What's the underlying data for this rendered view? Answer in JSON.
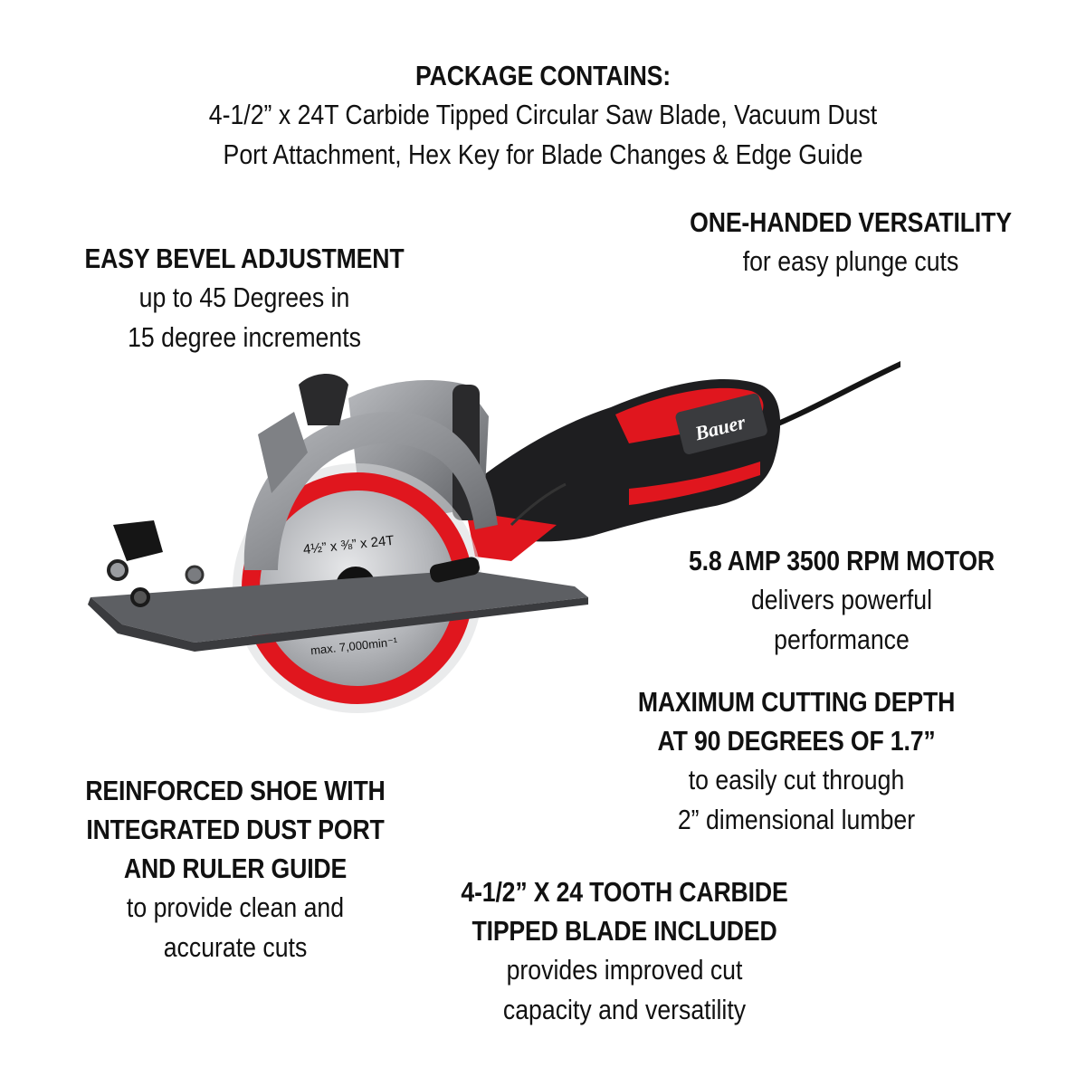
{
  "package": {
    "heading": "PACKAGE CONTAINS:",
    "lines": [
      "4-1/2” x 24T Carbide Tipped Circular Saw Blade, Vacuum Dust",
      "Port Attachment, Hex Key for Blade Changes & Edge Guide"
    ]
  },
  "features": {
    "one_handed": {
      "heading": [
        "ONE-HANDED VERSATILITY"
      ],
      "body": [
        "for easy plunge cuts"
      ]
    },
    "bevel": {
      "heading": [
        "EASY BEVEL ADJUSTMENT"
      ],
      "body": [
        "up to 45 Degrees in",
        "15 degree increments"
      ]
    },
    "motor": {
      "heading": [
        "5.8 AMP 3500 RPM MOTOR"
      ],
      "body": [
        "delivers powerful",
        "performance"
      ]
    },
    "depth": {
      "heading": [
        "MAXIMUM CUTTING DEPTH",
        "AT 90 DEGREES OF 1.7”"
      ],
      "body": [
        "to easily cut through",
        "2” dimensional lumber"
      ]
    },
    "shoe": {
      "heading": [
        "REINFORCED SHOE WITH",
        "INTEGRATED DUST PORT",
        "AND RULER GUIDE"
      ],
      "body": [
        "to provide clean and",
        "accurate cuts"
      ]
    },
    "blade": {
      "heading": [
        "4-1/2” X 24 TOOTH CARBIDE",
        "TIPPED BLADE INCLUDED"
      ],
      "body": [
        "provides improved cut",
        "capacity and versatility"
      ]
    }
  },
  "product": {
    "brand_logo": "Bauer",
    "blade_size_label": "4½” x ⅜” x 24T",
    "blade_speed_label": "max. 7,000min⁻¹",
    "colors": {
      "accent_red": "#e0161e",
      "body_black": "#1e1e20",
      "metal_grey": "#8c8e92"
    }
  }
}
